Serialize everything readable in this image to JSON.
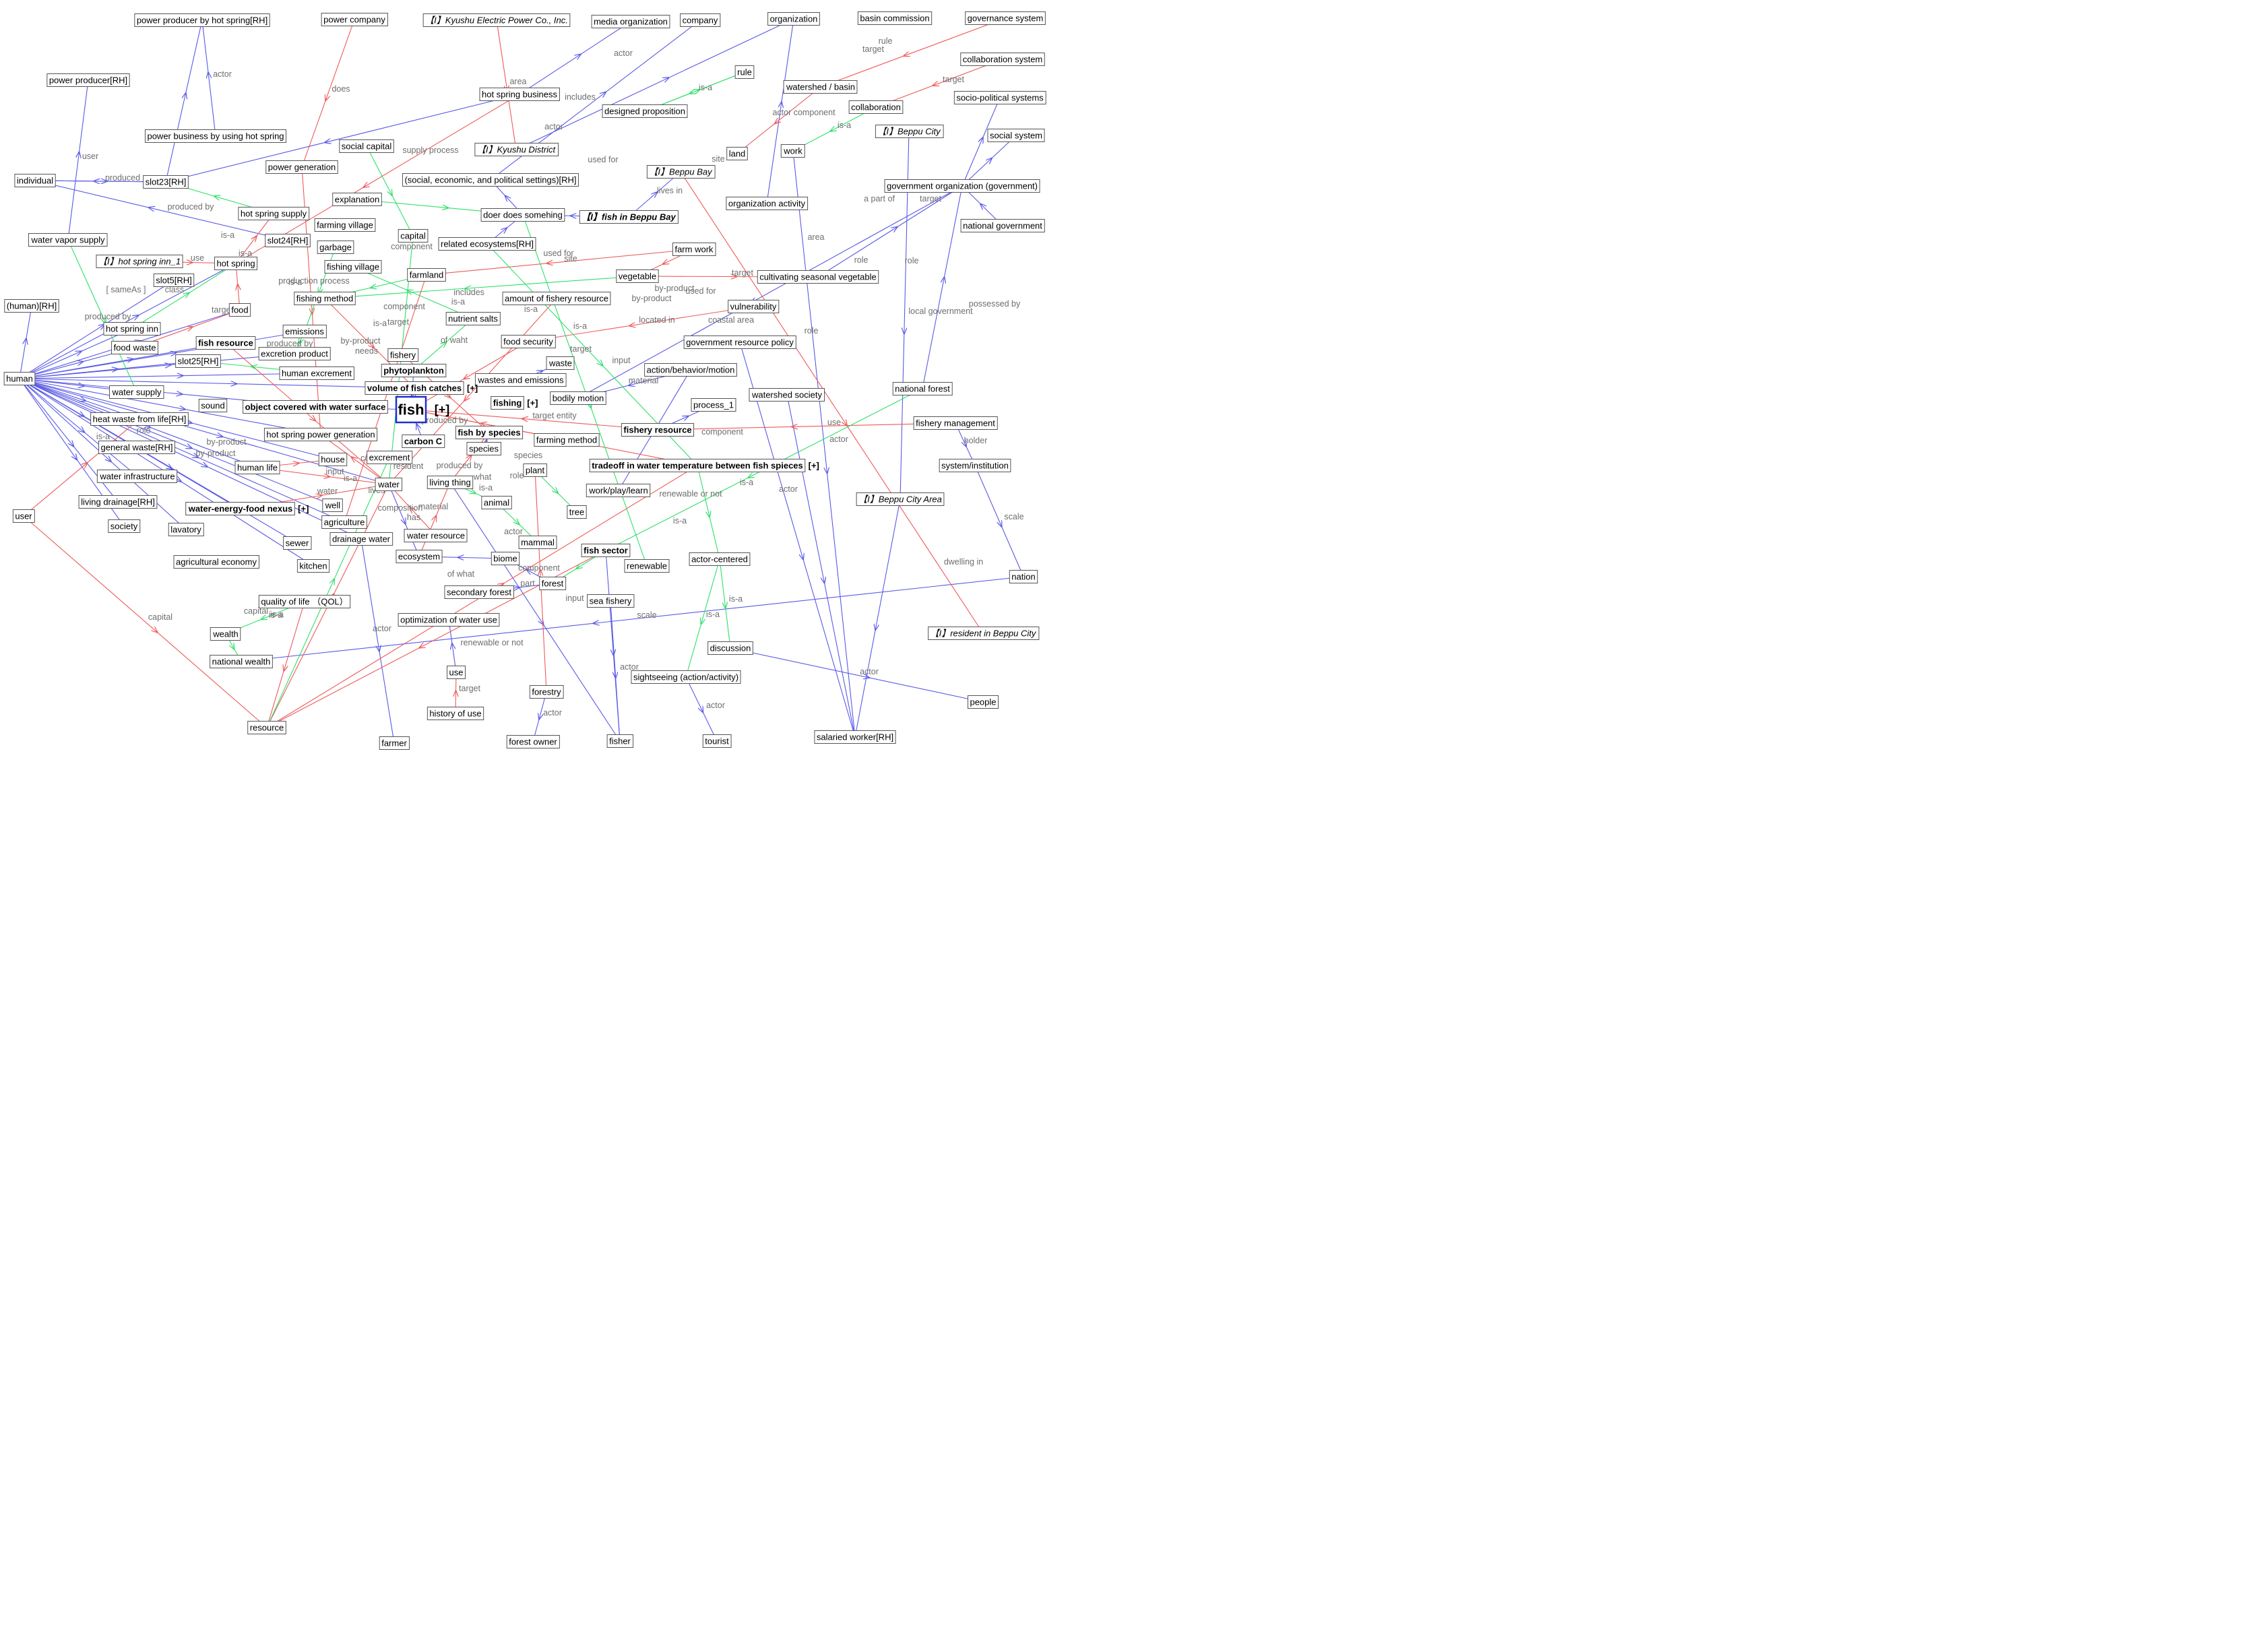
{
  "colors": {
    "blue": "#5a5ae6",
    "red": "#ee5a5a",
    "green": "#2ee06a"
  },
  "nodes": [
    {
      "id": "n1",
      "label": "power producer by hot spring[RH]"
    },
    {
      "id": "n2",
      "label": "power company"
    },
    {
      "id": "n3",
      "label": "【I】Kyushu Electric Power Co., Inc.",
      "italic": true
    },
    {
      "id": "n4",
      "label": "media organization"
    },
    {
      "id": "n5",
      "label": "company"
    },
    {
      "id": "n6",
      "label": "organization"
    },
    {
      "id": "n7",
      "label": "basin commission"
    },
    {
      "id": "n8",
      "label": "governance system"
    },
    {
      "id": "n9",
      "label": "collaboration system"
    },
    {
      "id": "n10",
      "label": "power producer[RH]"
    },
    {
      "id": "n11",
      "label": "hot spring business"
    },
    {
      "id": "n12",
      "label": "rule"
    },
    {
      "id": "n13",
      "label": "watershed / basin"
    },
    {
      "id": "n14",
      "label": "socio-political systems"
    },
    {
      "id": "n15",
      "label": "designed proposition"
    },
    {
      "id": "n16",
      "label": "collaboration"
    },
    {
      "id": "n17",
      "label": "【I】Beppu City",
      "italic": true
    },
    {
      "id": "n18",
      "label": "power business by using hot spring"
    },
    {
      "id": "n19",
      "label": "social capital"
    },
    {
      "id": "n20",
      "label": "【I】Kyushu District",
      "italic": true
    },
    {
      "id": "n21",
      "label": "social system"
    },
    {
      "id": "n22",
      "label": "land"
    },
    {
      "id": "n23",
      "label": "work"
    },
    {
      "id": "n24",
      "label": "power generation"
    },
    {
      "id": "n25",
      "label": "【I】Beppu Bay",
      "italic": true
    },
    {
      "id": "n26",
      "label": "individual"
    },
    {
      "id": "n27",
      "label": "slot23[RH]"
    },
    {
      "id": "n28",
      "label": "(social, economic, and political settings)[RH]"
    },
    {
      "id": "n29",
      "label": "government organization (government)"
    },
    {
      "id": "n30",
      "label": "explanation"
    },
    {
      "id": "n31",
      "label": "organization activity"
    },
    {
      "id": "n32",
      "label": "hot spring supply"
    },
    {
      "id": "n33",
      "label": "doer does somehing"
    },
    {
      "id": "n34",
      "label": "【I】fish in Beppu Bay",
      "italic": true,
      "bold": true
    },
    {
      "id": "n35",
      "label": "farming village"
    },
    {
      "id": "n36",
      "label": "national government"
    },
    {
      "id": "n37",
      "label": "water vapor supply"
    },
    {
      "id": "n38",
      "label": "slot24[RH]"
    },
    {
      "id": "n39",
      "label": "capital"
    },
    {
      "id": "n40",
      "label": "related ecosystems[RH]"
    },
    {
      "id": "n41",
      "label": "garbage"
    },
    {
      "id": "n42",
      "label": "farm work"
    },
    {
      "id": "n43",
      "label": "【I】hot spring inn_1",
      "italic": true
    },
    {
      "id": "n44",
      "label": "hot spring"
    },
    {
      "id": "n45",
      "label": "fishing village"
    },
    {
      "id": "n46",
      "label": "slot5[RH]"
    },
    {
      "id": "n47",
      "label": "farmland"
    },
    {
      "id": "n48",
      "label": "vegetable"
    },
    {
      "id": "n49",
      "label": "cultivating seasonal vegetable"
    },
    {
      "id": "n50",
      "label": "fishing method"
    },
    {
      "id": "n51",
      "label": "amount of fishery resource"
    },
    {
      "id": "n52",
      "label": "(human)[RH]"
    },
    {
      "id": "n53",
      "label": "food"
    },
    {
      "id": "n54",
      "label": "vulnerability"
    },
    {
      "id": "n55",
      "label": "hot spring inn"
    },
    {
      "id": "n56",
      "label": "nutrient salts"
    },
    {
      "id": "n57",
      "label": "emissions"
    },
    {
      "id": "n58",
      "label": "food waste"
    },
    {
      "id": "n59",
      "label": "fish resource",
      "bold": true
    },
    {
      "id": "n60",
      "label": "food security"
    },
    {
      "id": "n61",
      "label": "government resource policy"
    },
    {
      "id": "n62",
      "label": "excretion product"
    },
    {
      "id": "n63",
      "label": "fishery"
    },
    {
      "id": "n64",
      "label": "slot25[RH]"
    },
    {
      "id": "n65",
      "label": "waste"
    },
    {
      "id": "n66",
      "label": "phytoplankton",
      "bold": true
    },
    {
      "id": "n67",
      "label": "action/behavior/motion"
    },
    {
      "id": "n68",
      "label": "human excrement"
    },
    {
      "id": "n69",
      "label": "wastes and emissions"
    },
    {
      "id": "n70",
      "label": "human"
    },
    {
      "id": "n71",
      "label": "volume of fish catches",
      "bold": true
    },
    {
      "id": "n72",
      "label": "watershed society"
    },
    {
      "id": "n73",
      "label": "national forest"
    },
    {
      "id": "n74",
      "label": "water supply"
    },
    {
      "id": "n75",
      "label": "sound"
    },
    {
      "id": "n76",
      "label": "object covered with water surface",
      "bold": true
    },
    {
      "id": "n77",
      "label": "fishing",
      "bold": true
    },
    {
      "id": "n78",
      "label": "bodily motion"
    },
    {
      "id": "n79",
      "label": "process_1"
    },
    {
      "id": "n80",
      "label": "heat waste from life[RH]"
    },
    {
      "id": "n81",
      "label": "fish by species",
      "bold": true
    },
    {
      "id": "n82",
      "label": "fishery resource",
      "bold": true
    },
    {
      "id": "n83",
      "label": "fishery management"
    },
    {
      "id": "n84",
      "label": "hot spring power generation"
    },
    {
      "id": "n85",
      "label": "carbon C",
      "bold": true
    },
    {
      "id": "n86",
      "label": "farming method"
    },
    {
      "id": "n87",
      "label": "species"
    },
    {
      "id": "n88",
      "label": "general waste[RH]"
    },
    {
      "id": "n89",
      "label": "house"
    },
    {
      "id": "n90",
      "label": "excrement"
    },
    {
      "id": "n91",
      "label": "human life"
    },
    {
      "id": "n92",
      "label": "plant"
    },
    {
      "id": "n93",
      "label": "tradeoff in water temperature between fish spieces",
      "bold": true
    },
    {
      "id": "n94",
      "label": "system/institution"
    },
    {
      "id": "n95",
      "label": "water infrastructure"
    },
    {
      "id": "n96",
      "label": "living thing"
    },
    {
      "id": "n97",
      "label": "water"
    },
    {
      "id": "n98",
      "label": "work/play/learn"
    },
    {
      "id": "n99",
      "label": "【I】Beppu City Area",
      "italic": true
    },
    {
      "id": "n100",
      "label": "living drainage[RH]"
    },
    {
      "id": "n101",
      "label": "water-energy-food nexus",
      "bold": true
    },
    {
      "id": "n102",
      "label": "well"
    },
    {
      "id": "n103",
      "label": "animal"
    },
    {
      "id": "n104",
      "label": "tree"
    },
    {
      "id": "n105",
      "label": "user"
    },
    {
      "id": "n106",
      "label": "society"
    },
    {
      "id": "n107",
      "label": "lavatory"
    },
    {
      "id": "n108",
      "label": "agriculture"
    },
    {
      "id": "n109",
      "label": "water resource"
    },
    {
      "id": "n110",
      "label": "mammal"
    },
    {
      "id": "n111",
      "label": "sewer"
    },
    {
      "id": "n112",
      "label": "drainage water"
    },
    {
      "id": "n113",
      "label": "fish sector",
      "bold": true
    },
    {
      "id": "n114",
      "label": "agricultural economy"
    },
    {
      "id": "n115",
      "label": "ecosystem"
    },
    {
      "id": "n116",
      "label": "biome"
    },
    {
      "id": "n117",
      "label": "actor-centered"
    },
    {
      "id": "n118",
      "label": "kitchen"
    },
    {
      "id": "n119",
      "label": "renewable"
    },
    {
      "id": "n120",
      "label": "nation"
    },
    {
      "id": "n121",
      "label": "forest"
    },
    {
      "id": "n122",
      "label": "secondary forest"
    },
    {
      "id": "n123",
      "label": "quality of life （QOL）"
    },
    {
      "id": "n124",
      "label": "sea fishery"
    },
    {
      "id": "n125",
      "label": "optimization of water use"
    },
    {
      "id": "n126",
      "label": "【I】resident in Beppu City",
      "italic": true
    },
    {
      "id": "n127",
      "label": "wealth"
    },
    {
      "id": "n128",
      "label": "discussion"
    },
    {
      "id": "n129",
      "label": "national wealth"
    },
    {
      "id": "n130",
      "label": "use"
    },
    {
      "id": "n131",
      "label": "sightseeing (action/activity)"
    },
    {
      "id": "n132",
      "label": "forestry"
    },
    {
      "id": "n133",
      "label": "people"
    },
    {
      "id": "n134",
      "label": "history of use"
    },
    {
      "id": "n135",
      "label": "resource"
    },
    {
      "id": "n136",
      "label": "salaried worker[RH]"
    },
    {
      "id": "n137",
      "label": "tourist"
    },
    {
      "id": "n138",
      "label": "farmer"
    },
    {
      "id": "n139",
      "label": "forest owner"
    },
    {
      "id": "n140",
      "label": "fisher"
    }
  ],
  "center": {
    "id": "fish",
    "label": "fish"
  },
  "plus_marker": "[+]",
  "edge_labels": [
    "actor",
    "does",
    "area",
    "actor",
    "includes",
    "actor",
    "rule",
    "target",
    "target",
    "is-a",
    "actor component",
    "is-a",
    "used for",
    "site",
    "lives in",
    "supply process",
    "user",
    "produced",
    "produced by",
    "is-a",
    "is-a",
    "component",
    "[ sameAs ]",
    "class",
    "a part of",
    "target",
    "area",
    "role",
    "role",
    "used for",
    "site",
    "local government",
    "possessed by",
    "use",
    "is-a",
    "production process",
    "by-product",
    "used for",
    "includes",
    "is-a",
    "target",
    "component",
    "target",
    "is-a",
    "by-product",
    "by-product",
    "needs",
    "of waht",
    "located in",
    "coastal area",
    "role",
    "is-a",
    "target",
    "input",
    "produced by",
    "produced by",
    "target",
    "is-a",
    "material",
    "target entity",
    "use",
    "holder",
    "component",
    "produced by",
    "is-a",
    "role",
    "by-product",
    "by-product",
    "species",
    "produced by",
    "resident",
    "component",
    "input",
    "water",
    "what",
    "is-a",
    "role",
    "actor",
    "renewable or not",
    "is-a",
    "is-a",
    "actor",
    "scale",
    "component",
    "part",
    "input",
    "of what",
    "actor",
    "is-a",
    "is-a",
    "capital",
    "is-a",
    "capital",
    "renewable or not",
    "scale",
    "target",
    "actor",
    "actor",
    "actor",
    "actor",
    "actor",
    "dwelling in",
    "has",
    "material",
    "composition",
    "lives",
    "is-a",
    "is-a"
  ]
}
